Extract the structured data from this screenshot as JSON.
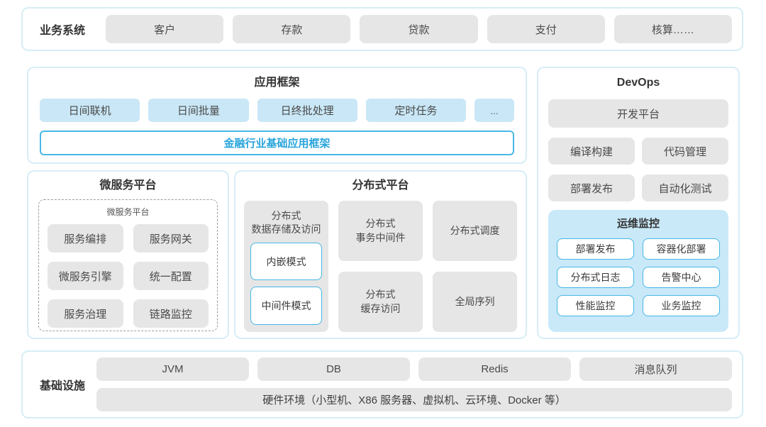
{
  "colors": {
    "box_border": "#d6eef6",
    "gray_fill": "#e6e6e6",
    "light_blue_fill": "#c9e7f6",
    "ops_panel_fill": "#c9e9f8",
    "cyan_border": "#46b6e5",
    "accent_blue_text": "#29a5dc",
    "title_text": "#333333"
  },
  "business": {
    "label": "业务系统",
    "items": [
      "客户",
      "存款",
      "贷款",
      "支付",
      "核算……"
    ]
  },
  "app_framework": {
    "title": "应用框架",
    "items": [
      "日间联机",
      "日间批量",
      "日终批处理",
      "定时任务"
    ],
    "more": "...",
    "base": "金融行业基础应用框架"
  },
  "devops": {
    "title": "DevOps",
    "platform": "开发平台",
    "items": [
      "编译构建",
      "代码管理",
      "部署发布",
      "自动化测试"
    ],
    "ops_monitor": {
      "title": "运维监控",
      "items": [
        "部署发布",
        "容器化部署",
        "分布式日志",
        "告警中心",
        "性能监控",
        "业务监控"
      ]
    }
  },
  "microservice": {
    "title": "微服务平台",
    "inner_title": "微服务平台",
    "items": [
      "服务编排",
      "服务网关",
      "微服务引擎",
      "统一配置",
      "服务治理",
      "链路监控"
    ]
  },
  "distributed": {
    "title": "分布式平台",
    "storage": {
      "label": "分布式\n数据存储及访问",
      "modes": [
        "内嵌模式",
        "中间件模式"
      ]
    },
    "cards": [
      "分布式\n事务中间件",
      "分布式\n缓存访问",
      "分布式调度",
      "全局序列"
    ]
  },
  "infrastructure": {
    "label": "基础设施",
    "items": [
      "JVM",
      "DB",
      "Redis",
      "消息队列"
    ],
    "hardware": "硬件环境（小型机、X86 服务器、虚拟机、云环境、Docker 等）"
  }
}
